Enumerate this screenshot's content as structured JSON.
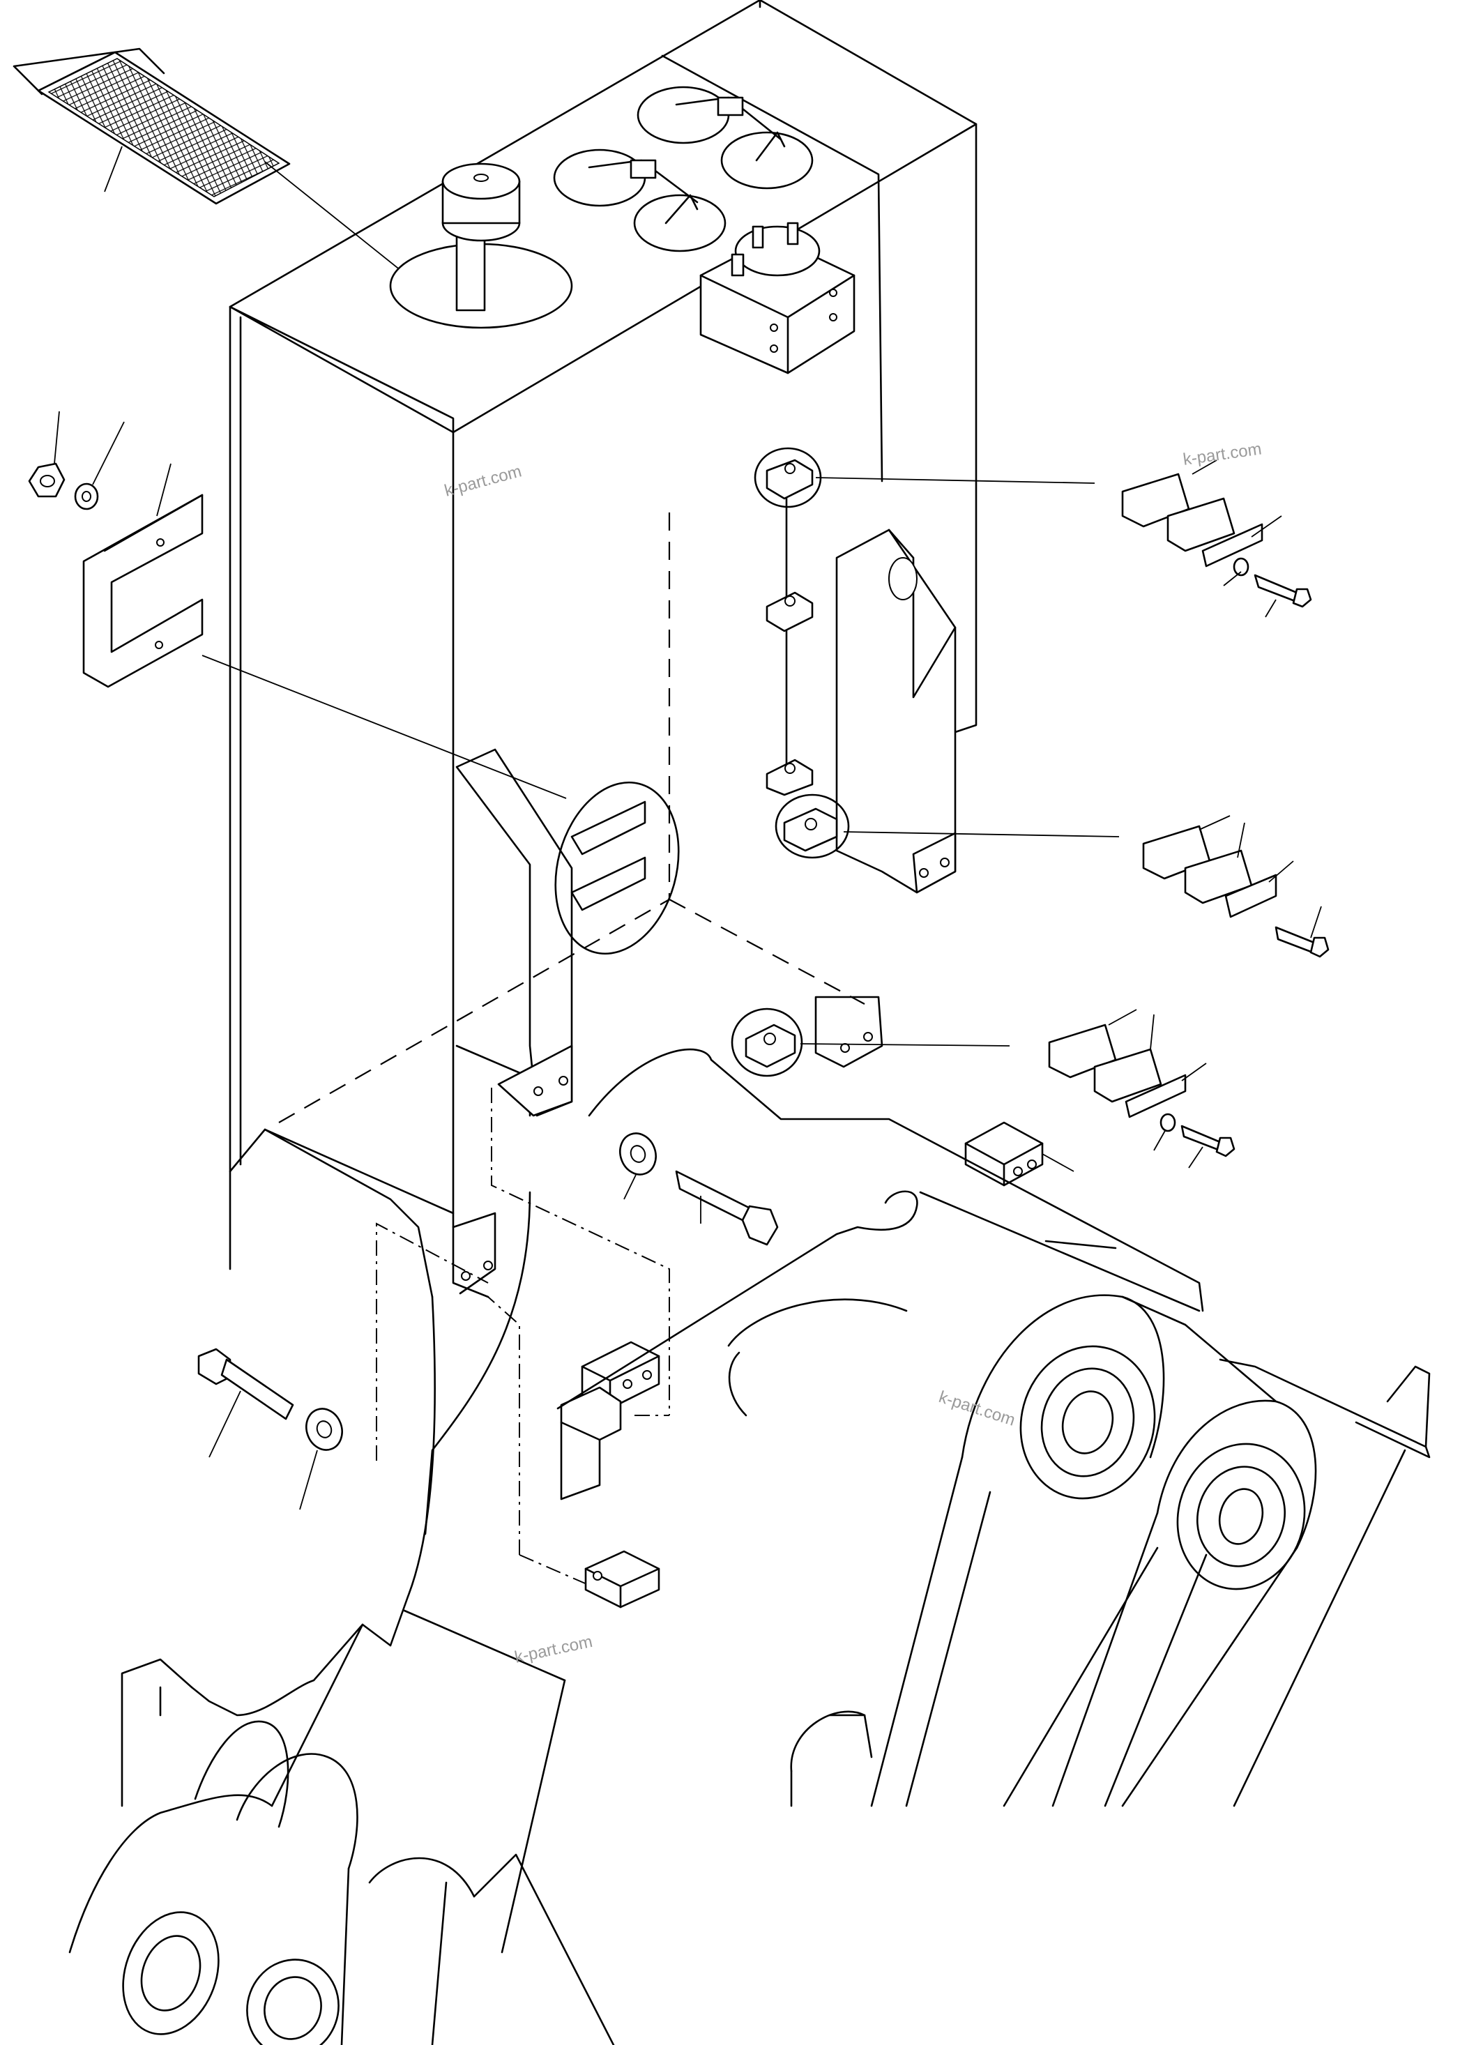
{
  "watermarks": [
    "k-part.com",
    "k-part.com",
    "k-part.com",
    "k-part.com"
  ],
  "icons": {
    "strainer": "mesh-strainer-icon",
    "breather": "breather-cap-icon",
    "clamp": "pipe-clamp-icon",
    "bolt": "bolt-icon",
    "washer": "washer-icon",
    "nut": "nut-icon",
    "bracket": "mounting-bracket-icon"
  },
  "colors": {
    "line": "#000000",
    "background": "#ffffff",
    "watermark": "#9a9a9a"
  }
}
